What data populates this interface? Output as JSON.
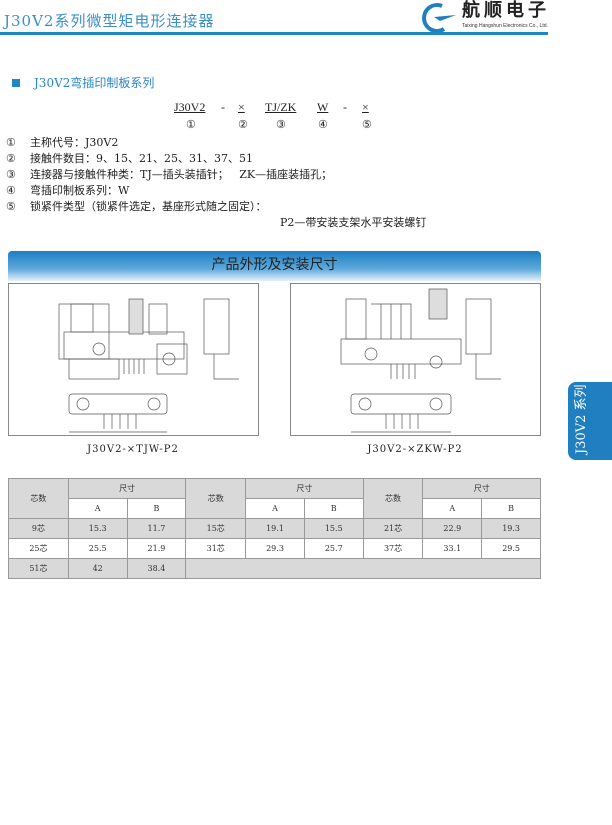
{
  "header": {
    "title": "J30V2系列微型矩电形连接器",
    "logo_name": "航顺电子",
    "logo_sub": "Taixing Hangshun Electronics Co., Ltd."
  },
  "section": {
    "title": "J30V2弯插印制板系列"
  },
  "code": {
    "parts": [
      "J30V2",
      "-",
      "×",
      "TJ/ZK",
      "W",
      "-",
      "×"
    ],
    "markers": [
      "①",
      "②",
      "③",
      "④",
      "⑤"
    ]
  },
  "legend": [
    {
      "n": "①",
      "text": "主称代号：J30V2"
    },
    {
      "n": "②",
      "text": "接触件数目：9、15、21、25、31、37、51"
    },
    {
      "n": "③",
      "text": "连接器与接触件种类：TJ—插头装插针；   ZK—插座装插孔；"
    },
    {
      "n": "④",
      "text": "弯插印制板系列：W"
    },
    {
      "n": "⑤",
      "text": "锁紧件类型（锁紧件选定，基座形式随之固定）："
    }
  ],
  "legend_extra": "P2—带安装支架水平安装螺钉",
  "banner": "产品外形及安装尺寸",
  "drawings": [
    {
      "caption": "J30V2-×TJW-P2"
    },
    {
      "caption": "J30V2-×ZKW-P2"
    }
  ],
  "table": {
    "h_cores": "芯数",
    "h_size": "尺寸",
    "h_a": "A",
    "h_b": "B",
    "rows": [
      [
        [
          "9芯",
          "15.3",
          "11.7"
        ],
        [
          "15芯",
          "19.1",
          "15.5"
        ],
        [
          "21芯",
          "22.9",
          "19.3"
        ]
      ],
      [
        [
          "25芯",
          "25.5",
          "21.9"
        ],
        [
          "31芯",
          "29.3",
          "25.7"
        ],
        [
          "37芯",
          "33.1",
          "29.5"
        ]
      ],
      [
        [
          "51芯",
          "42",
          "38.4"
        ]
      ]
    ]
  },
  "side_tab": "J30V2 系列",
  "colors": {
    "accent": "#1f86c4"
  }
}
